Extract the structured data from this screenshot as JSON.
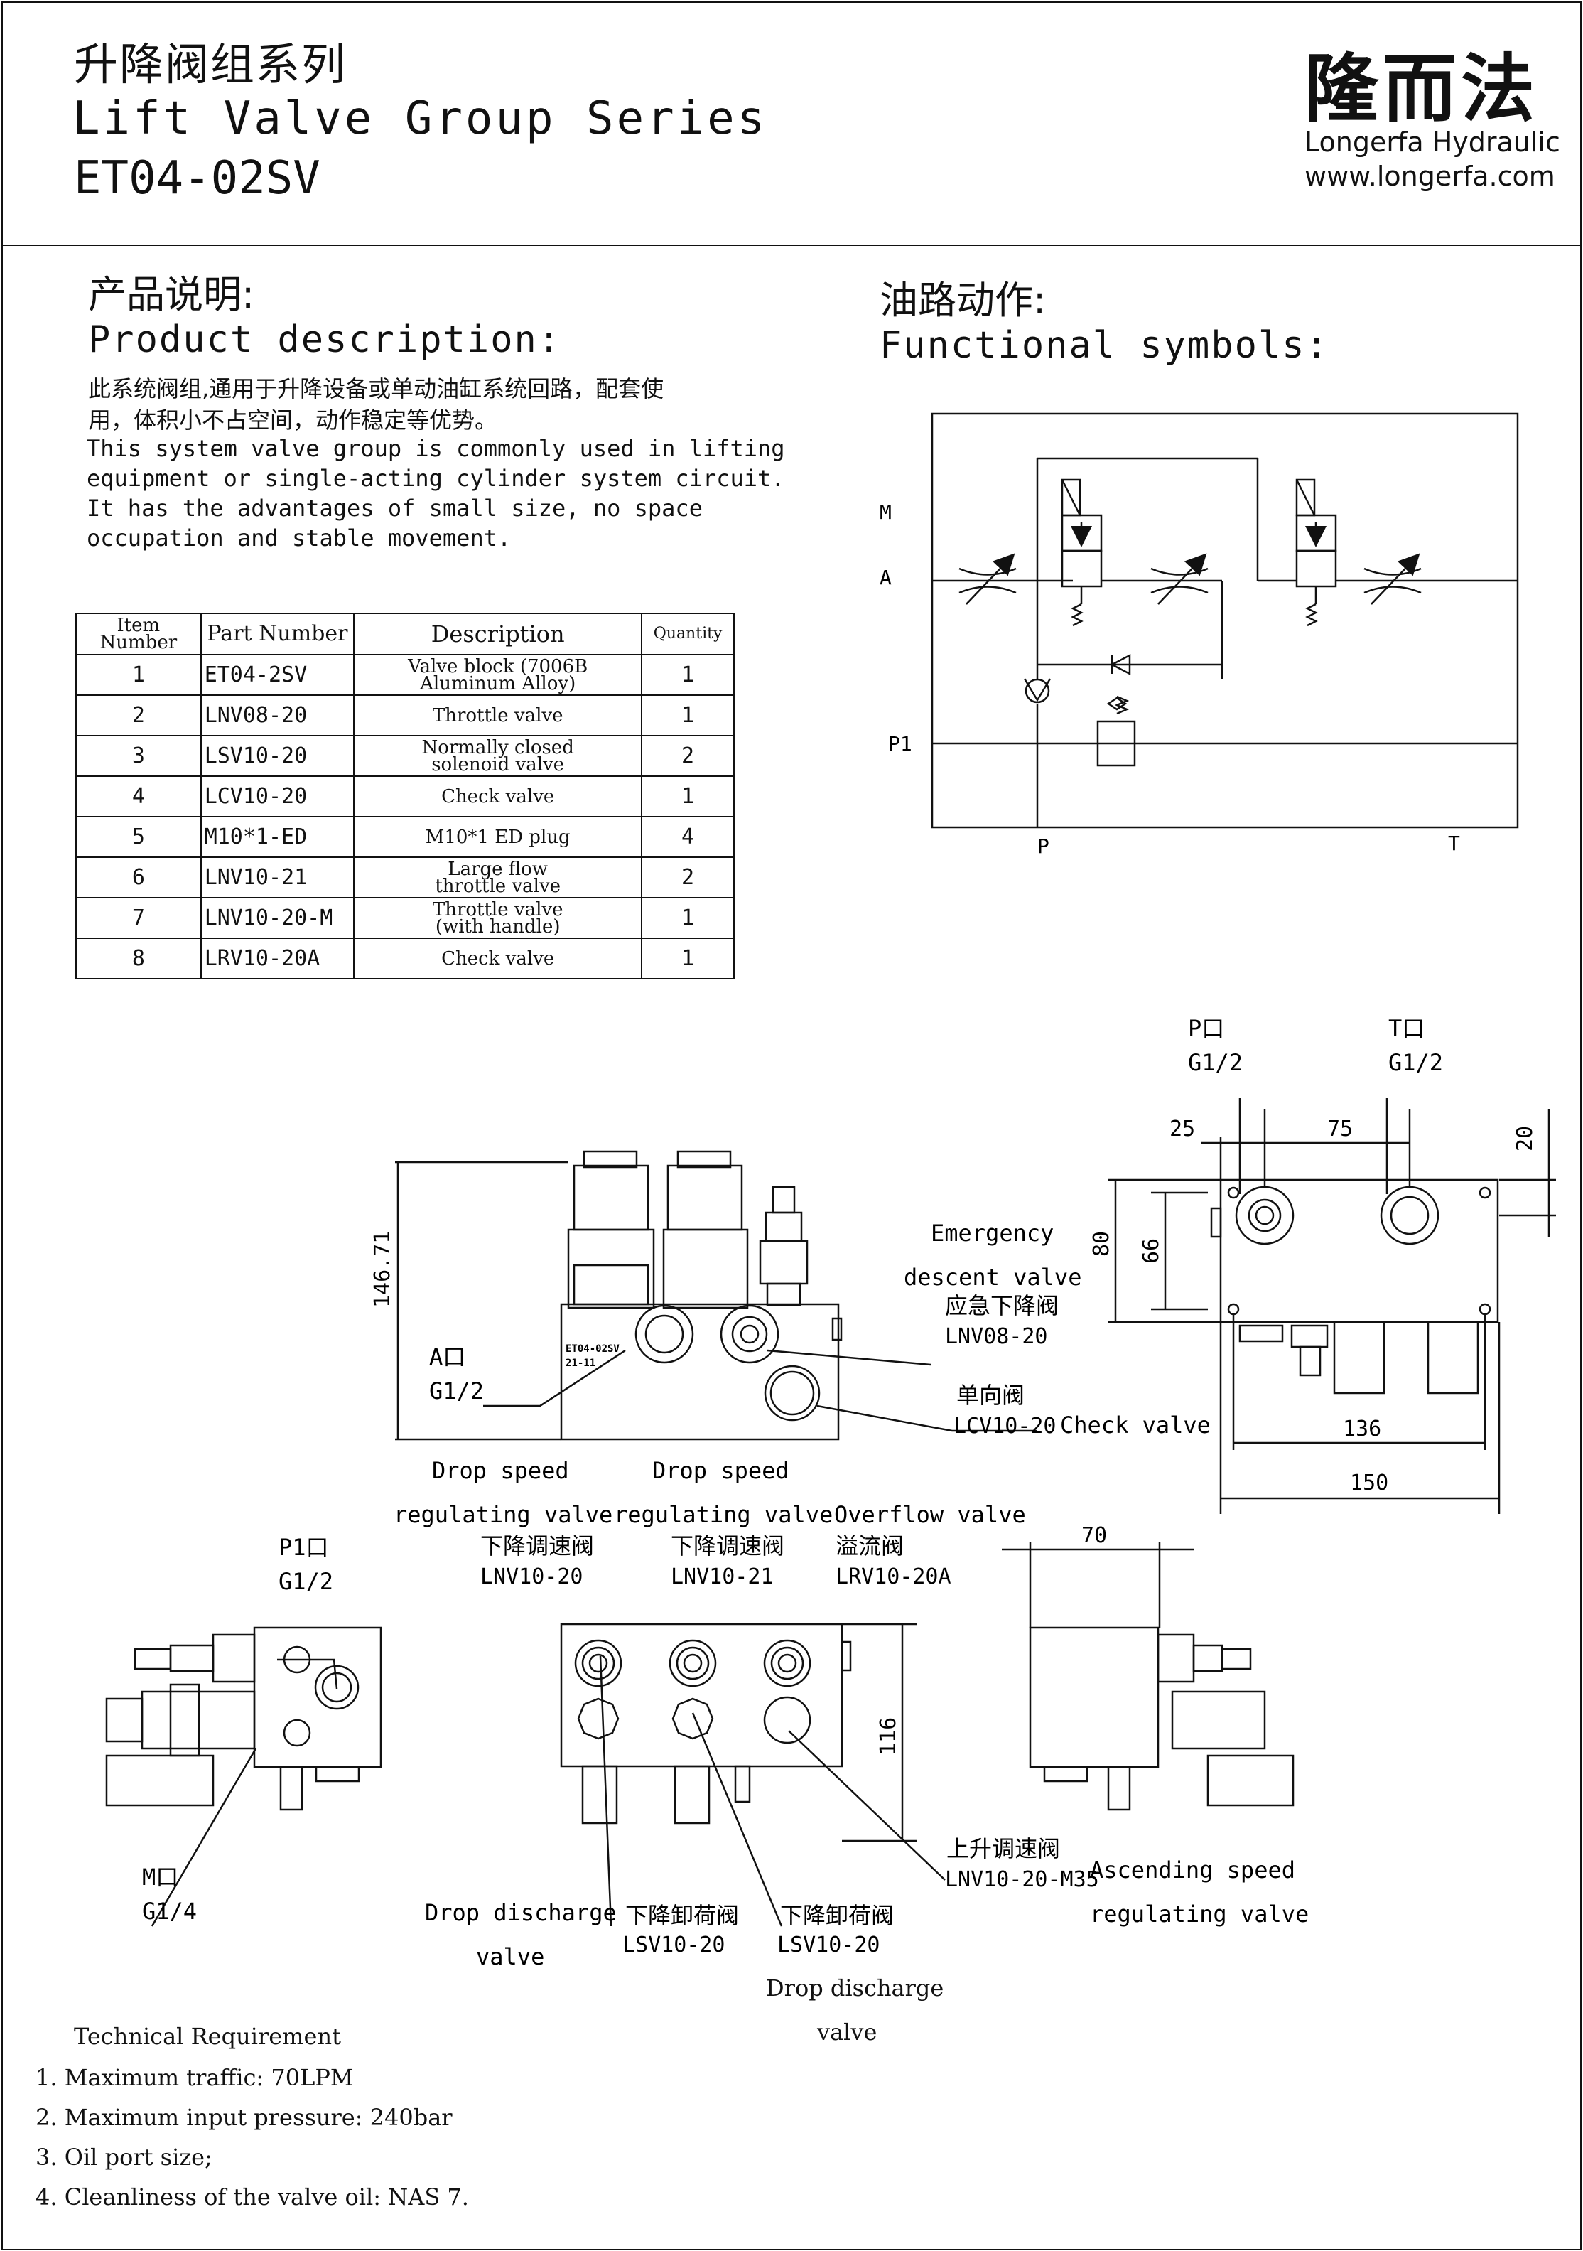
{
  "header": {
    "title_cn": "升降阀组系列",
    "title_en": "Lift Valve Group Series",
    "model": "ET04-02SV",
    "brand_cn": "隆而法",
    "brand_en": "Longerfa Hydraulic",
    "website": "www.longerfa.com"
  },
  "description": {
    "heading_cn": "产品说明:",
    "heading_en": "Product description:",
    "text_cn_line1": "此系统阀组,通用于升降设备或单动油缸系统回路，配套使",
    "text_cn_line2": "用，体积小不占空间，动作稳定等优势。",
    "text_en_line1": "This system valve group is commonly used in lifting",
    "text_en_line2": "equipment or single-acting cylinder system circuit.",
    "text_en_line3": "It has the advantages of small size, no space",
    "text_en_line4": "occupation and stable movement."
  },
  "functional": {
    "heading_cn": "油路动作:",
    "heading_en": "Functional symbols:",
    "port_m": "M",
    "port_a": "A",
    "port_p1": "P1",
    "port_p": "P",
    "port_t": "T"
  },
  "parts_table": {
    "headers": {
      "item_1": "Item",
      "item_2": "Number",
      "part_number": "Part Number",
      "description": "Description",
      "quantity": "Quantity"
    },
    "rows": [
      {
        "item": "1",
        "part_number": "ET04-2SV",
        "desc_1": "Valve block (7006B",
        "desc_2": "Aluminum Alloy)",
        "qty": "1"
      },
      {
        "item": "2",
        "part_number": "LNV08-20",
        "desc_1": "Throttle valve",
        "desc_2": "",
        "qty": "1"
      },
      {
        "item": "3",
        "part_number": "LSV10-20",
        "desc_1": "Normally closed",
        "desc_2": "solenoid valve",
        "qty": "2"
      },
      {
        "item": "4",
        "part_number": "LCV10-20",
        "desc_1": "Check valve",
        "desc_2": "",
        "qty": "1"
      },
      {
        "item": "5",
        "part_number": "M10*1-ED",
        "desc_1": "M10*1 ED plug",
        "desc_2": "",
        "qty": "4"
      },
      {
        "item": "6",
        "part_number": "LNV10-21",
        "desc_1": "Large flow",
        "desc_2": "throttle valve",
        "qty": "2"
      },
      {
        "item": "7",
        "part_number": "LNV10-20-M",
        "desc_1": "Throttle valve",
        "desc_2": "(with handle)",
        "qty": "1"
      },
      {
        "item": "8",
        "part_number": "LRV10-20A",
        "desc_1": "Check valve",
        "desc_2": "",
        "qty": "1"
      }
    ]
  },
  "drawing": {
    "dim_146": "146.71",
    "a_port": "A口",
    "a_port_size": "G1/2",
    "block_mark_1": "ET04-02SV",
    "block_mark_2": "21-11",
    "emergency_1": "Emergency",
    "emergency_2": "descent valve",
    "emergency_cn": "应急下降阀",
    "emergency_pn": "LNV08-20",
    "check_cn": "单向阀",
    "check_pn": "LCV10-20",
    "check_en": "Check valve",
    "p_port": "P口",
    "p_port_size": "G1/2",
    "t_port": "T口",
    "t_port_size": "G1/2",
    "dim_25": "25",
    "dim_75": "75",
    "dim_20": "20",
    "dim_80": "80",
    "dim_66": "66",
    "dim_136": "136",
    "dim_150": "150",
    "drop_speed_1": "Drop speed",
    "drop_speed_2": "regulating valve",
    "drop_speed_cn": "下降调速阀",
    "drop_speed_pn_a": "LNV10-20",
    "drop_speed_pn_b": "LNV10-21",
    "overflow_en": "Overflow valve",
    "overflow_cn": "溢流阀",
    "overflow_pn": "LRV10-20A",
    "dim_70": "70",
    "dim_116": "116",
    "p1_port": "P1口",
    "p1_port_size": "G1/2",
    "m_port": "M口",
    "m_port_size": "G1/4",
    "drop_discharge_1": "Drop discharge",
    "drop_discharge_2": "valve",
    "drop_discharge_cn": "下降卸荷阀",
    "drop_discharge_pn": "LSV10-20",
    "ascending_cn": "上升调速阀",
    "ascending_pn": "LNV10-20-M35",
    "ascending_1": "Ascending speed",
    "ascending_2": "regulating valve"
  },
  "technical": {
    "heading": "Technical Requirement",
    "items": [
      "1. Maximum traffic: 70LPM",
      "2. Maximum input pressure: 240bar",
      "3. Oil port size;",
      "4. Cleanliness of the valve oil: NAS 7."
    ]
  }
}
